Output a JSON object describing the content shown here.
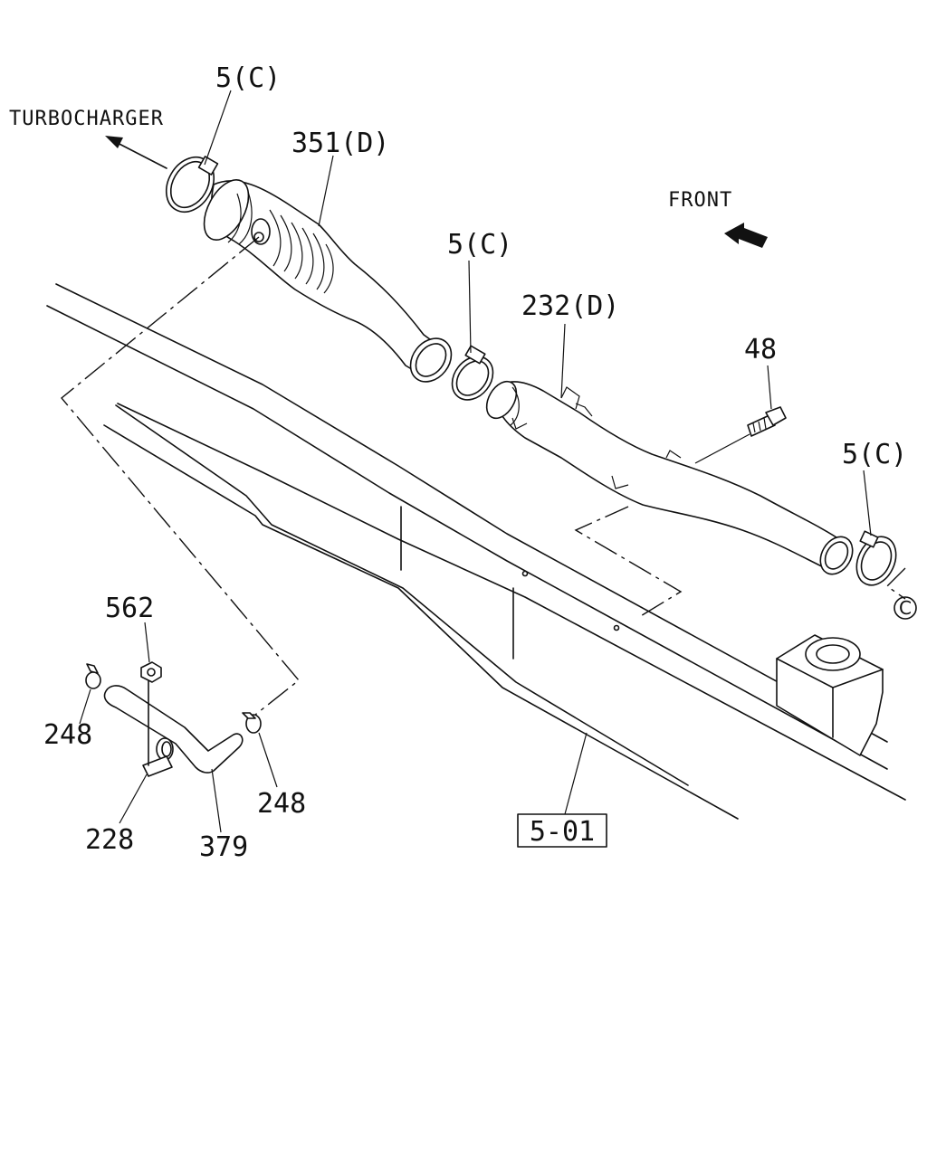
{
  "annotations": {
    "turbocharger": "TURBOCHARGER",
    "front": "FRONT"
  },
  "callouts": {
    "clamp_top": "5(C)",
    "duct_351": "351(D)",
    "clamp_mid": "5(C)",
    "pipe_232": "232(D)",
    "bolt_48": "48",
    "clamp_right": "5(C)",
    "nut_562": "562",
    "clip_248_left": "248",
    "clip_248_right": "248",
    "bracket_228": "228",
    "hose_379": "379",
    "ref_5_01": "5-01",
    "circle_c": "C"
  }
}
